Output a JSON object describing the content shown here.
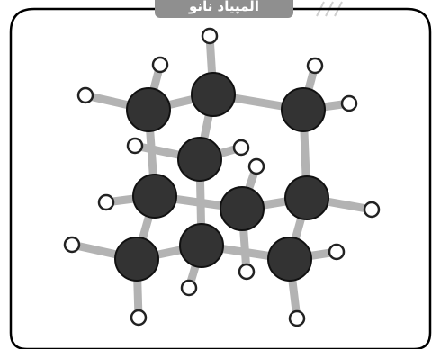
{
  "title": "المپیاد نانو",
  "colors": {
    "frame": "#000000",
    "tab": "#8f8f8f",
    "tab_text": "#ffffff",
    "carbon": "#333333",
    "hydrogen": "#ffffff",
    "bond": "#b3b3b3",
    "watermark": "#cfcfcf"
  },
  "icons": {
    "molecule": "adamantane-molecule-model",
    "watermark": "slanted-lines-watermark"
  }
}
